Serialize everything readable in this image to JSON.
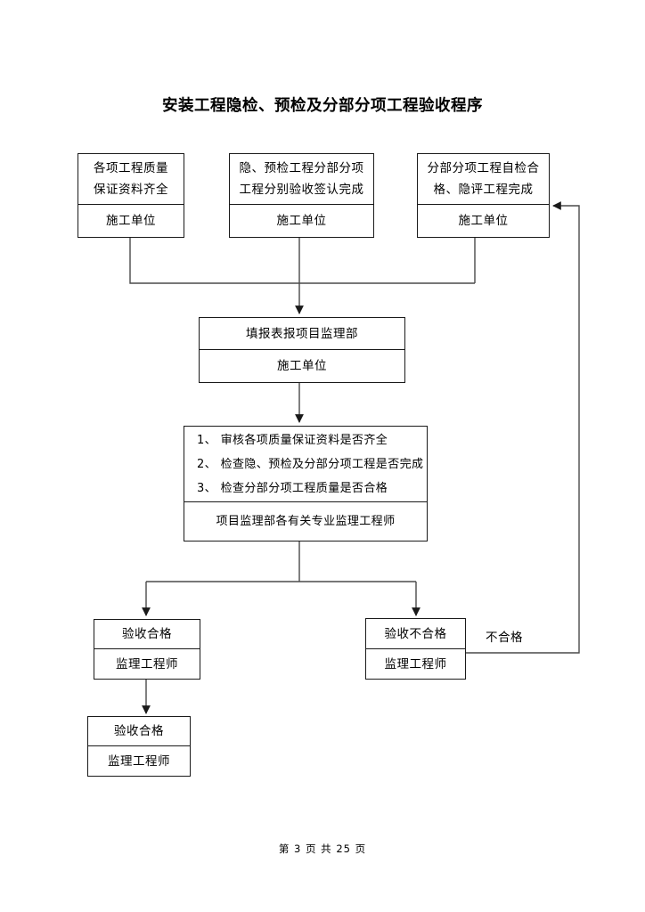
{
  "document": {
    "title": "安装工程隐检、预检及分部分项工程验收程序",
    "footer": "第 3 页 共 25 页"
  },
  "flowchart": {
    "type": "flowchart",
    "nodes": [
      {
        "id": "node-quality-docs",
        "lines": [
          "各项工程质量",
          "保证资料齐全"
        ],
        "actor": "施工单位"
      },
      {
        "id": "node-concealed-precheck",
        "lines": [
          "隐、预检工程分部分项",
          "工程分别验收签认完成"
        ],
        "actor": "施工单位"
      },
      {
        "id": "node-self-inspection",
        "lines": [
          "分部分项工程自检合",
          "格、隐评工程完成"
        ],
        "actor": "施工单位"
      },
      {
        "id": "node-submit-report",
        "lines": [
          "填报表报项目监理部"
        ],
        "actor": "施工单位"
      },
      {
        "id": "node-review",
        "lines": [
          "1、 审核各项质量保证资料是否齐全",
          "2、 检查隐、预检及分部分项工程是否完成",
          "3、 检查分部分项工程质量是否合格"
        ],
        "actor": "项目监理部各有关专业监理工程师"
      },
      {
        "id": "node-accepted",
        "lines": [
          "验收合格"
        ],
        "actor": "监理工程师"
      },
      {
        "id": "node-rejected",
        "lines": [
          "验收不合格"
        ],
        "actor": "监理工程师"
      },
      {
        "id": "node-final-accepted",
        "lines": [
          "验收合格"
        ],
        "actor": "监理工程师"
      }
    ],
    "edge_labels": [
      {
        "id": "edge-label-unqualified",
        "text": "不合格"
      }
    ]
  }
}
